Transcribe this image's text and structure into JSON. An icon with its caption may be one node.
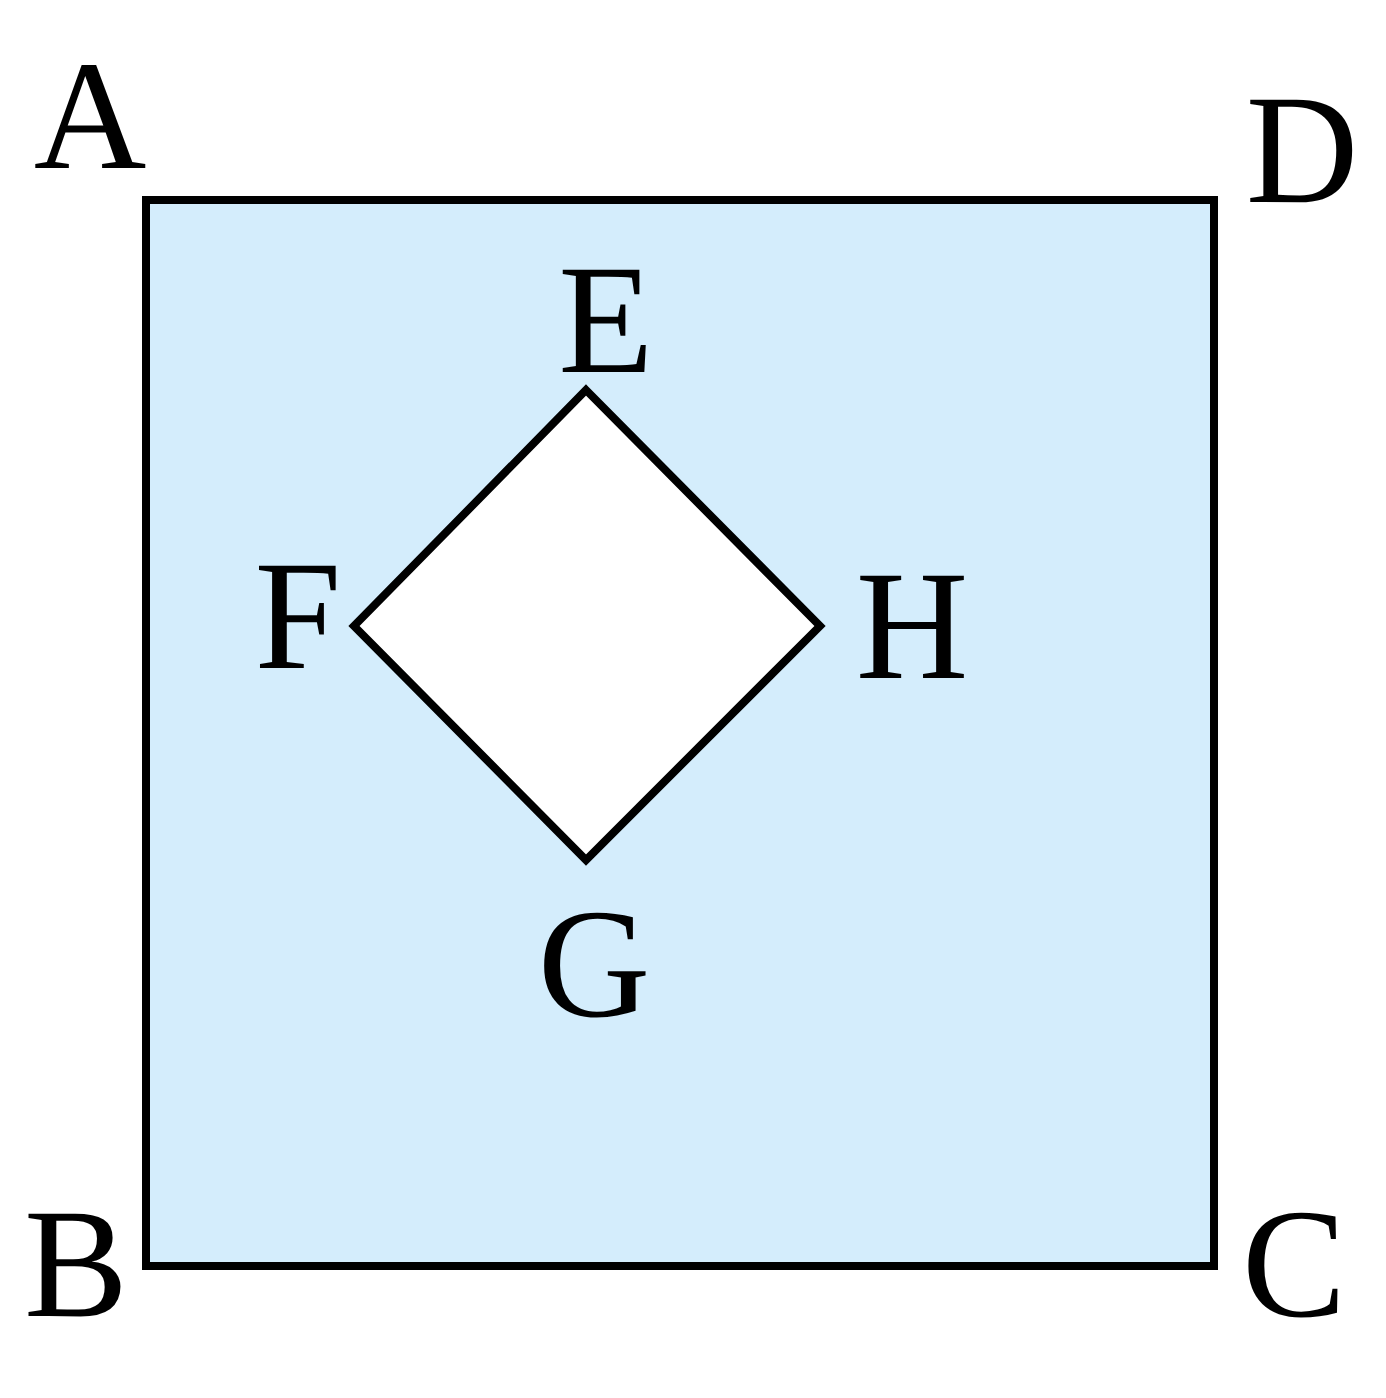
{
  "diagram": {
    "labels": [
      "A",
      "D",
      "E",
      "F",
      "H",
      "G",
      "B",
      "C"
    ]
  }
}
